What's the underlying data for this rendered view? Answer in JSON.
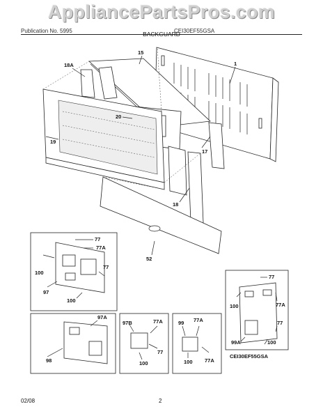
{
  "watermark": "AppliancePartsPros.com",
  "header": {
    "left": "Publication No. 5995",
    "right": "CEI30EF55GSA"
  },
  "section_title": "BACKGUARD",
  "part_labels": {
    "p1": "1",
    "p15": "15",
    "p18A": "18A",
    "p20": "20",
    "p19": "19",
    "p17": "17",
    "p18": "18",
    "p52": "52",
    "b1_77a": "77",
    "b1_77A": "77A",
    "b1_77b": "77",
    "b1_100a": "100",
    "b1_97": "97",
    "b1_100b": "100",
    "b2_97A": "97A",
    "b2_98": "98",
    "b3_97B": "97B",
    "b3_77A": "77A",
    "b3_77": "77",
    "b3_100": "100",
    "b4_99": "99",
    "b4_77A": "77A",
    "b4_100": "100",
    "b4_77Ab": "77A",
    "b5_77": "77",
    "b5_100": "100",
    "b5_77A": "77A",
    "b5_77b": "77",
    "b5_99A": "99A",
    "b5_100b": "100"
  },
  "model_code": "CEI30EF55GSA",
  "footer": {
    "date": "02/08",
    "page": "2"
  }
}
